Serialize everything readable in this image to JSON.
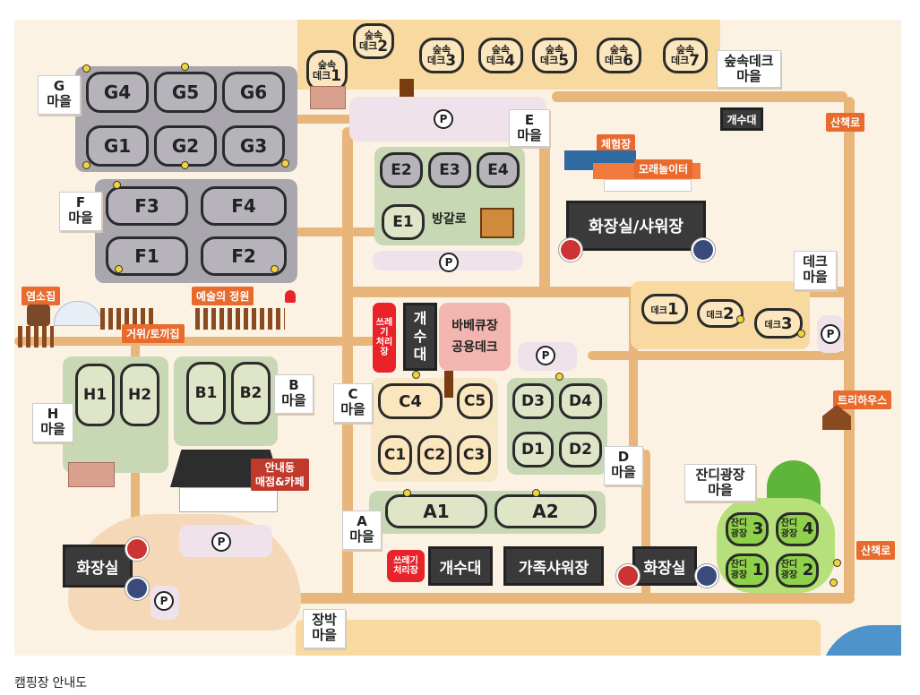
{
  "caption": "캠핑장 안내도",
  "colors": {
    "ground": "#fbf2e4",
    "road": "#e8b67a",
    "zone_gray": "#a9a6ad",
    "zone_green": "#c9d8b4",
    "zone_sand": "#f8d9a0",
    "zone_pink": "#f2b5b0",
    "label_orange": "#e86a2c",
    "trash_red": "#e8242a"
  },
  "deck_area": {
    "decks": [
      {
        "top": "숲속",
        "bottom": "데크",
        "num": "1"
      },
      {
        "top": "숲속",
        "bottom": "데크",
        "num": "2"
      },
      {
        "top": "숲속",
        "bottom": "데크",
        "num": "3"
      },
      {
        "top": "숲속",
        "bottom": "데크",
        "num": "4"
      },
      {
        "top": "숲속",
        "bottom": "데크",
        "num": "5"
      },
      {
        "top": "숲속",
        "bottom": "데크",
        "num": "6"
      },
      {
        "top": "숲속",
        "bottom": "데크",
        "num": "7"
      }
    ],
    "sign": {
      "line1": "숲속데크",
      "line2": "마을"
    }
  },
  "villages": {
    "G": {
      "line1": "G",
      "line2": "마을",
      "sites": [
        "G4",
        "G5",
        "G6",
        "G1",
        "G2",
        "G3"
      ]
    },
    "F": {
      "line1": "F",
      "line2": "마을",
      "sites": [
        "F3",
        "F4",
        "F1",
        "F2"
      ]
    },
    "E": {
      "line1": "E",
      "line2": "마을",
      "sites": [
        "E2",
        "E3",
        "E4",
        "E1"
      ],
      "facility": "방갈로"
    },
    "H": {
      "line1": "H",
      "line2": "마을",
      "sites": [
        "H1",
        "H2"
      ]
    },
    "B": {
      "line1": "B",
      "line2": "마을",
      "sites": [
        "B1",
        "B2"
      ]
    },
    "C": {
      "line1": "C",
      "line2": "마을",
      "sites": [
        "C4",
        "C5",
        "C1",
        "C2",
        "C3"
      ]
    },
    "D": {
      "line1": "D",
      "line2": "마을",
      "sites": [
        "D3",
        "D4",
        "D1",
        "D2"
      ]
    },
    "A": {
      "line1": "A",
      "line2": "마을",
      "sites": [
        "A1",
        "A2"
      ]
    },
    "Deck": {
      "line1": "데크",
      "line2": "마을",
      "sites": [
        {
          "label": "데크",
          "num": "1"
        },
        {
          "label": "데크",
          "num": "2"
        },
        {
          "label": "데크",
          "num": "3"
        }
      ]
    },
    "Lawn": {
      "line1": "잔디광장",
      "line2": "마을",
      "sites": [
        {
          "label": "잔디광장",
          "num": "3"
        },
        {
          "label": "잔디광장",
          "num": "4"
        },
        {
          "label": "잔디광장",
          "num": "1"
        },
        {
          "label": "잔디광장",
          "num": "2"
        }
      ]
    },
    "Jangbak": {
      "line1": "장박",
      "line2": "마을"
    }
  },
  "facilities": {
    "sink_top": "개수대",
    "experience": "체험장",
    "sandplay": "모래놀이터",
    "restroom_shower": "화장실/샤워장",
    "goat": "염소집",
    "garden": "예술의 정원",
    "goose": "거위/토끼집",
    "trash_center": {
      "line1": "쓰레기",
      "line2": "처리장"
    },
    "sink_center": {
      "line1": "개",
      "line2": "수",
      "line3": "대"
    },
    "bbq": {
      "line1": "바베큐장",
      "line2": "공용데크"
    },
    "info": {
      "line1": "안내동",
      "line2": "매점&카페"
    },
    "restroom_left": "화장실",
    "trash_bottom": {
      "line1": "쓰레기",
      "line2": "처리장"
    },
    "sink_bottom": "개수대",
    "family_shower": "가족샤워장",
    "restroom_bottom": "화장실",
    "treehouse": "트리하우스",
    "trail_top": "산책로",
    "trail_bottom": "산책로",
    "parking": "P"
  }
}
